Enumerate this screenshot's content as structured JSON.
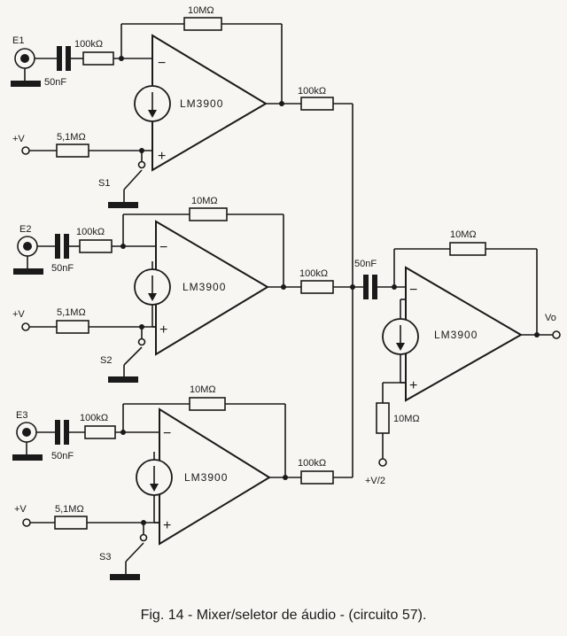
{
  "figure": {
    "caption": "Fig. 14 - Mixer/seletor de áudio - (circuito 57)."
  },
  "labels": {
    "input1": "E1",
    "input2": "E2",
    "input3": "E3",
    "supply": "+V",
    "half_supply": "+V/2",
    "output": "Vo",
    "switch1": "S1",
    "switch2": "S2",
    "switch3": "S3",
    "ic": "LM3900",
    "r_feedback": "10MΩ",
    "r_input": "100kΩ",
    "r_bias": "5,1MΩ",
    "r_mix": "100kΩ",
    "cap": "50nF",
    "minus": "−",
    "plus": "+"
  }
}
